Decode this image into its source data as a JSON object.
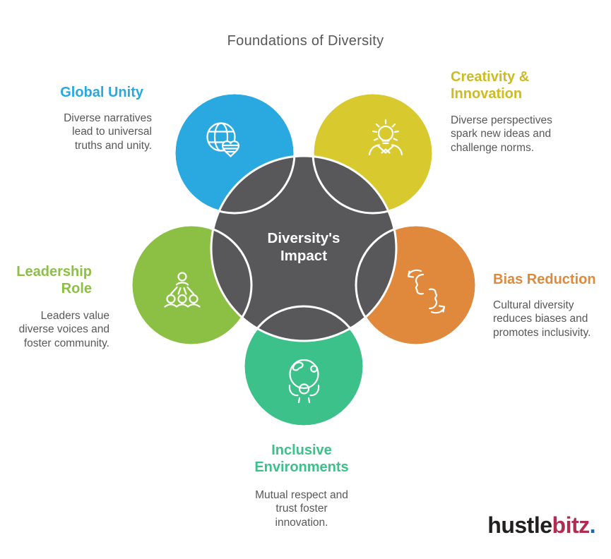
{
  "title": "Foundations of Diversity",
  "title_color": "#58585A",
  "body_color": "#58585A",
  "background_color": "#FFFFFF",
  "outline_color": "#FFFFFF",
  "center": {
    "label": "Diversity's Impact",
    "color": "#58585A",
    "text_color": "#FFFFFF"
  },
  "segments": [
    {
      "id": "global-unity",
      "heading": "Global Unity",
      "description": "Diverse narratives lead to universal truths and unity.",
      "color": "#2AA9E0",
      "text_color": "#29A8DF",
      "icon": "globe-heart-icon",
      "position": "top-left"
    },
    {
      "id": "creativity-innovation",
      "heading": "Creativity & Innovation",
      "description": "Diverse perspectives spark new ideas and challenge norms.",
      "color": "#D7C92E",
      "text_color": "#CDBB24",
      "icon": "lightbulb-hands-icon",
      "position": "top-right"
    },
    {
      "id": "bias-reduction",
      "heading": "Bias Reduction",
      "description": "Cultural diversity reduces biases and promotes inclusivity.",
      "color": "#E0893C",
      "text_color": "#DE8A3C",
      "icon": "faces-exchange-icon",
      "position": "right"
    },
    {
      "id": "inclusive-environments",
      "heading": "Inclusive Environments",
      "description": "Mutual respect and trust foster innovation.",
      "color": "#3BC189",
      "text_color": "#3BC189",
      "icon": "globe-person-icon",
      "position": "bottom"
    },
    {
      "id": "leadership-role",
      "heading": "Leadership Role",
      "description": "Leaders value diverse voices and foster community.",
      "color": "#8CC045",
      "text_color": "#8CC045",
      "icon": "leader-group-icon",
      "position": "left"
    }
  ],
  "logo": {
    "part1": "hustle",
    "part2": "bitz",
    "dot": ".",
    "part1_color": "#221F1F",
    "part2_color": "#B02C50",
    "dot_color": "#1D63AD"
  }
}
